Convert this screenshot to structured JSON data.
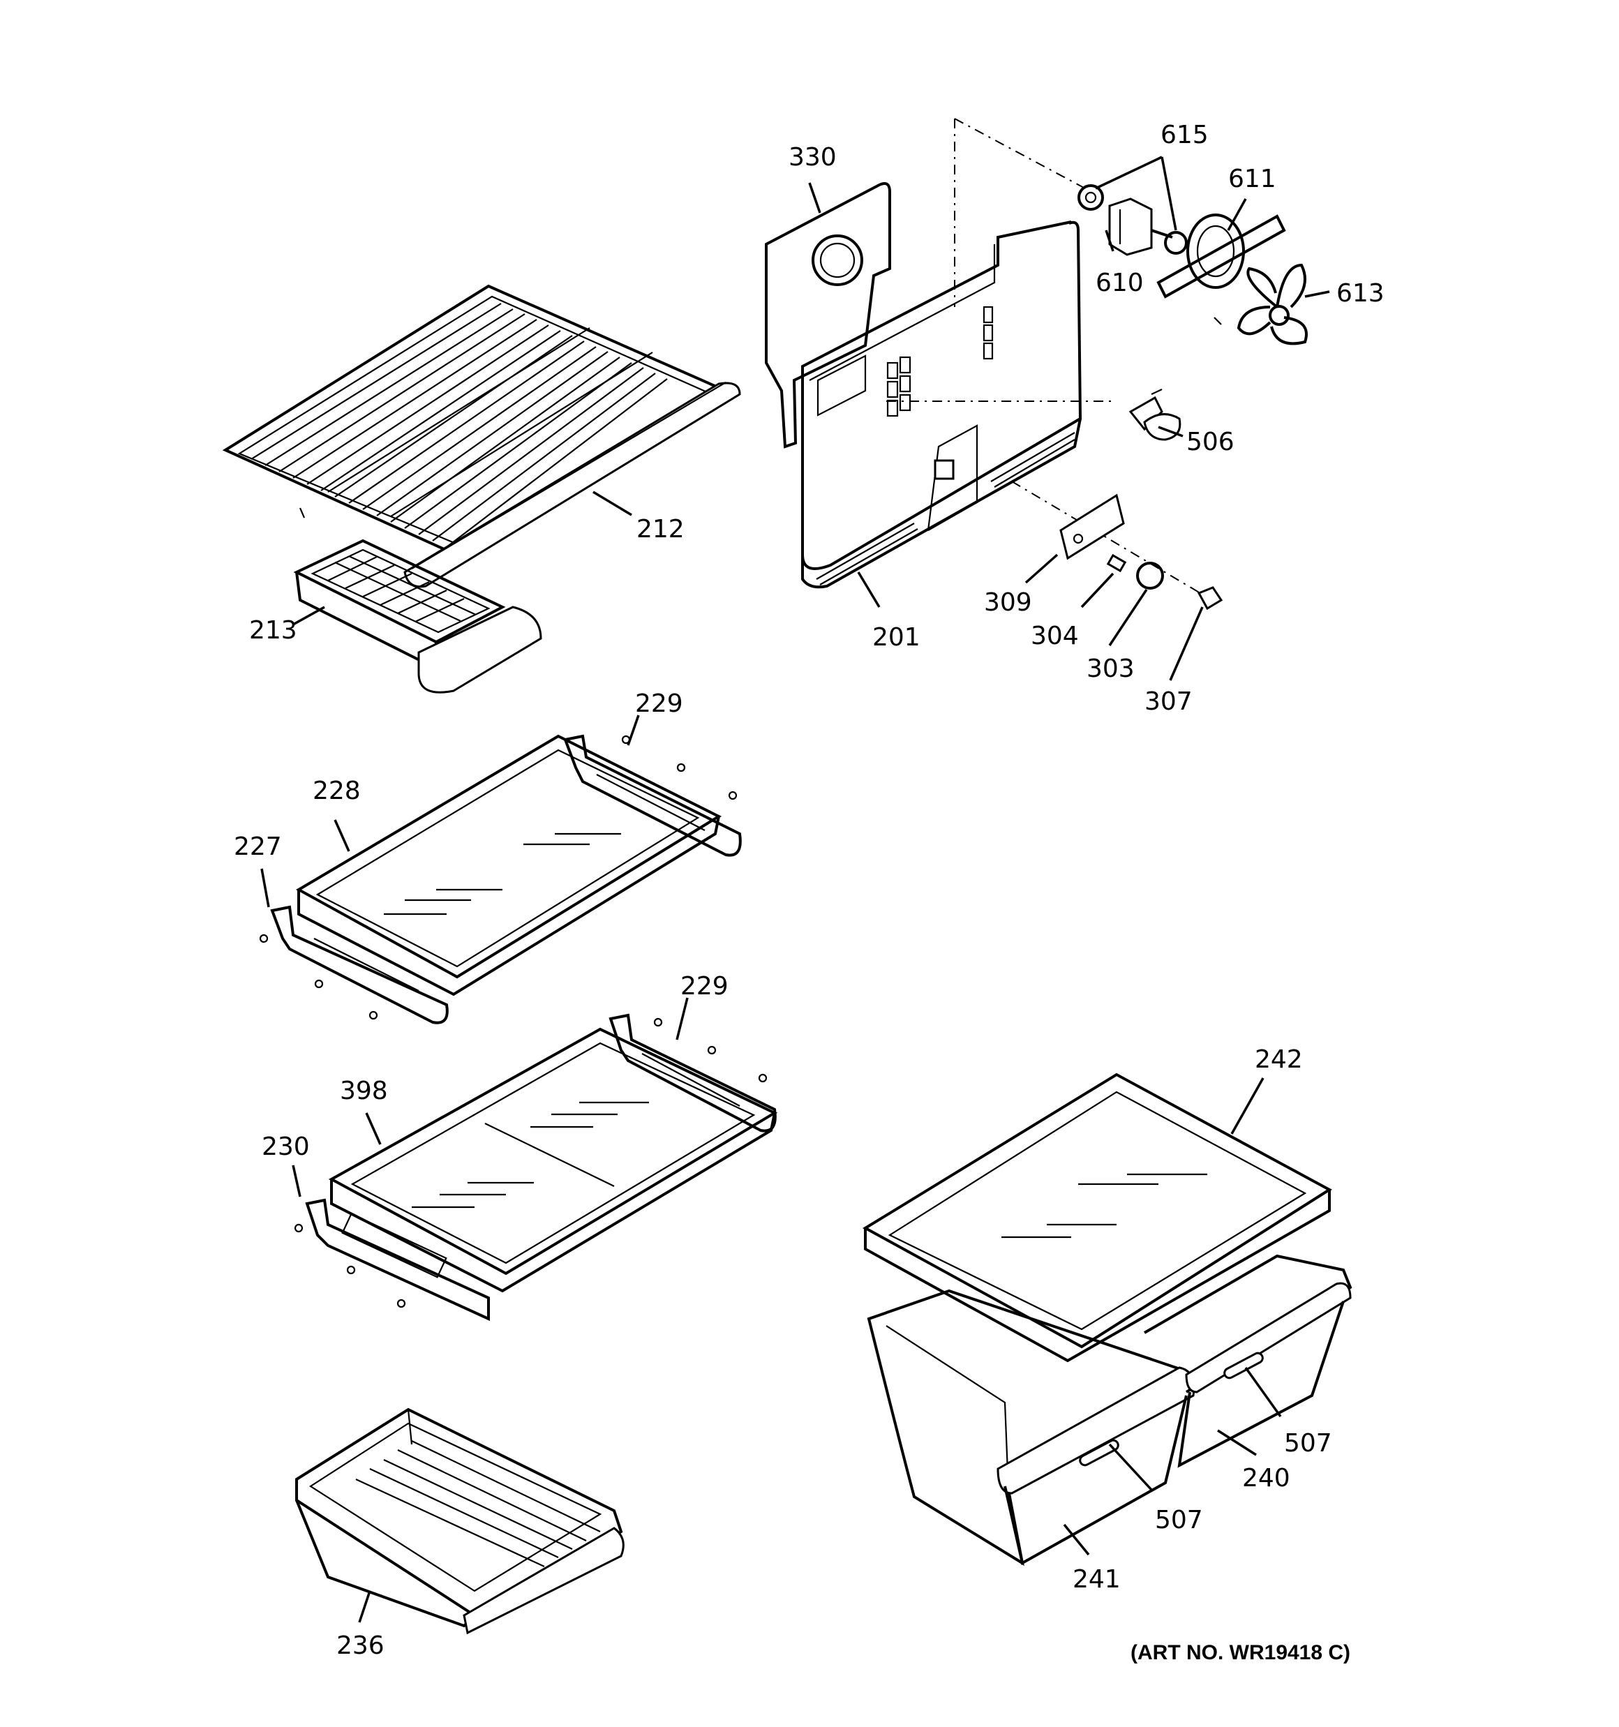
{
  "diagram": {
    "art_number": "(ART NO. WR19418 C)",
    "labels": {
      "p330": "330",
      "p615": "615",
      "p611": "611",
      "p610": "610",
      "p613": "613",
      "p506": "506",
      "p212": "212",
      "p213": "213",
      "p201": "201",
      "p309": "309",
      "p304": "304",
      "p303": "303",
      "p307": "307",
      "p229a": "229",
      "p228": "228",
      "p227": "227",
      "p229b": "229",
      "p398": "398",
      "p230": "230",
      "p242": "242",
      "p507a": "507",
      "p240": "240",
      "p507b": "507",
      "p241": "241",
      "p236": "236"
    }
  }
}
